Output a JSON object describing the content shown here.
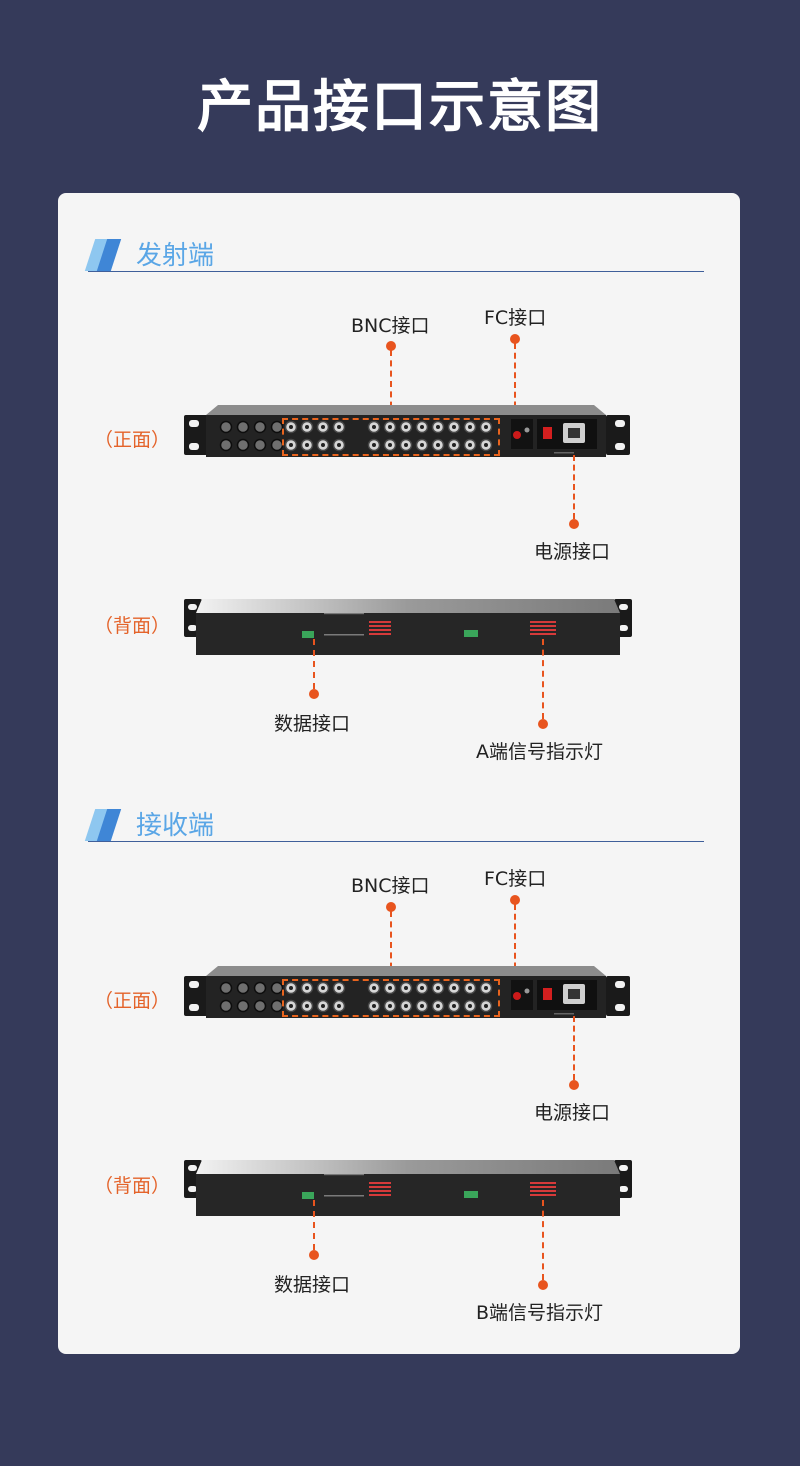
{
  "page_title": "产品接口示意图",
  "sections": [
    {
      "title": "发射端",
      "front_label": "（正面）",
      "back_label": "（背面）",
      "callouts": {
        "bnc": "BNC接口",
        "fc": "FC接口",
        "power": "电源接口",
        "data": "数据接口",
        "indicator": "A端信号指示灯"
      }
    },
    {
      "title": "接收端",
      "front_label": "（正面）",
      "back_label": "（背面）",
      "callouts": {
        "bnc": "BNC接口",
        "fc": "FC接口",
        "power": "电源接口",
        "data": "数据接口",
        "indicator": "B端信号指示灯"
      }
    }
  ],
  "colors": {
    "background": "#353a5a",
    "card": "#f5f5f5",
    "accent_orange": "#e8541e",
    "section_blue": "#5aa6e6"
  }
}
